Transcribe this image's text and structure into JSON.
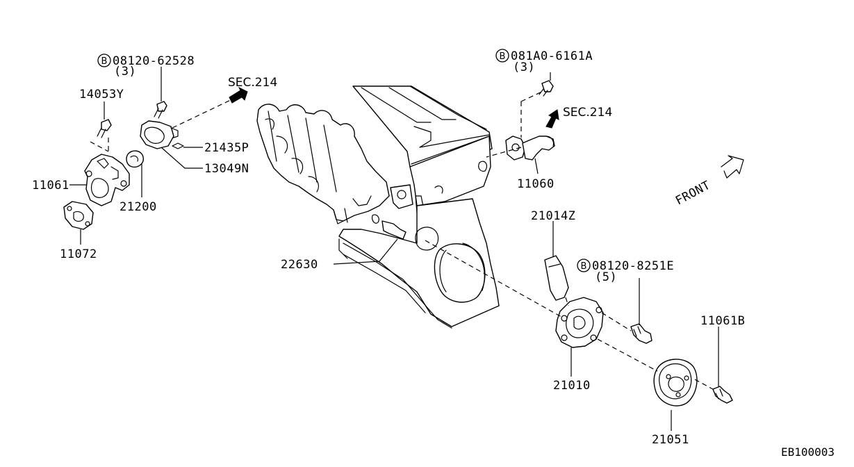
{
  "labels": {
    "p08120_62528": "08120-62528",
    "p08120_62528_qty": "(3)",
    "p14053Y": "14053Y",
    "sec214_left": "SEC.214",
    "p21435P": "21435P",
    "p13049N": "13049N",
    "p11061": "11061",
    "p21200": "21200",
    "p11072": "11072",
    "p081A0_6161A": "081A0-6161A",
    "p081A0_6161A_qty": "(3)",
    "sec214_right": "SEC.214",
    "p11060": "11060",
    "front": "FRONT",
    "p21014Z": "21014Z",
    "p08120_8251E": "08120-8251E",
    "p08120_8251E_qty": "(5)",
    "p22630": "22630",
    "p11061B": "11061B",
    "p21010": "21010",
    "p21051": "21051",
    "diagram_code": "EB100003"
  },
  "badge_letter": "B"
}
